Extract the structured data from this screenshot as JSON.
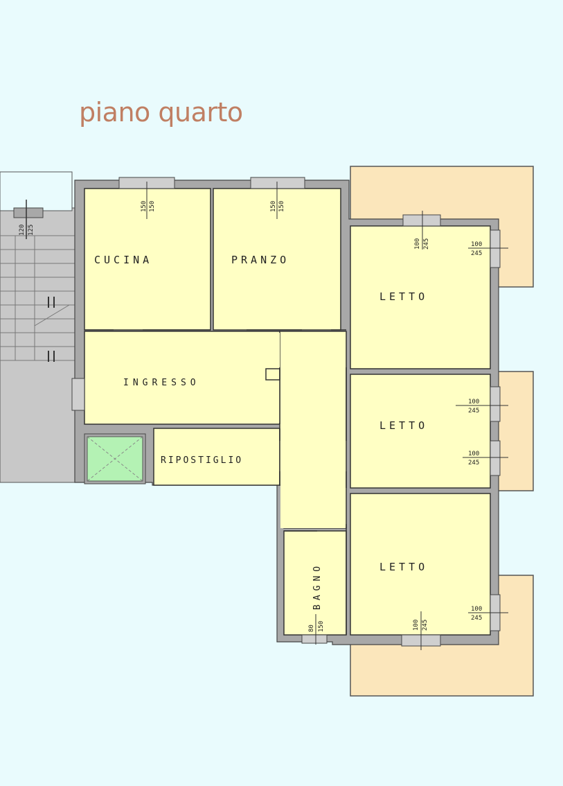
{
  "title": "piano quarto",
  "colors": {
    "background": "#e9fbfd",
    "room_fill": "#ffffc4",
    "balcony_fill": "#fbe6bb",
    "shaft_fill": "#b4f2b4",
    "stair_fill": "#c8c8c8",
    "wall": "#a8a8a8",
    "title": "#c07f63"
  },
  "rooms": {
    "cucina": "CUCINA",
    "pranzo": "PRANZO",
    "letto_1": "LETTO",
    "letto_2": "LETTO",
    "letto_3": "LETTO",
    "ingresso": "INGRESSO",
    "ripostiglio": "RIPOSTIGLIO",
    "bagno": "BAGNO"
  },
  "windows": {
    "cucina": [
      "150",
      "150"
    ],
    "pranzo": [
      "150",
      "150"
    ],
    "stair": [
      "120",
      "125"
    ],
    "letto_1_top": [
      "100",
      "245"
    ],
    "letto_1_right": [
      "100",
      "245"
    ],
    "letto_2_upper": [
      "100",
      "245"
    ],
    "letto_2_lower": [
      "100",
      "245"
    ],
    "letto_3_right": [
      "100",
      "245"
    ],
    "letto_3_bottom": [
      "100",
      "245"
    ],
    "bagno": [
      "80",
      "150"
    ]
  }
}
